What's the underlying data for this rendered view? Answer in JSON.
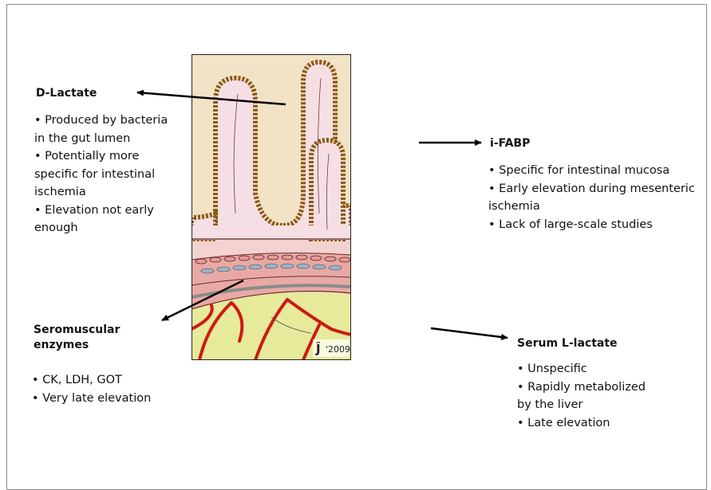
{
  "callouts": {
    "d_lactate": {
      "title_prefix": "D",
      "title_rest": "-Lactate",
      "items": [
        "Produced by bacteria in the gut lumen",
        "Potentially more specific for intestinal ischemia",
        "Elevation not early enough"
      ]
    },
    "ifabp": {
      "title": "i-FABP",
      "items": [
        "Specific for intestinal mucosa",
        "Early elevation during mesenteric ischemia",
        "Lack of large-scale studies"
      ]
    },
    "seromuscular": {
      "title_line1": "Seromuscular",
      "title_line2": "enzymes",
      "items": [
        "CK, LDH, GOT",
        "Very late elevation"
      ]
    },
    "serum_lactate": {
      "title_prefix": "Serum ",
      "title_sc": "L",
      "title_rest": "-lactate",
      "items": [
        "Unspecific",
        "Rapidly metabolized by the liver",
        "Late elevation"
      ]
    }
  },
  "illustration": {
    "signature": "'2009",
    "colors": {
      "background": "#f2e2c6",
      "villus": "#f6dfe4",
      "villus_edge": "#8a5a10",
      "muscle": "#e8a9a4",
      "vessel": "#cc1a14",
      "fat": "#e6ea9a"
    }
  }
}
